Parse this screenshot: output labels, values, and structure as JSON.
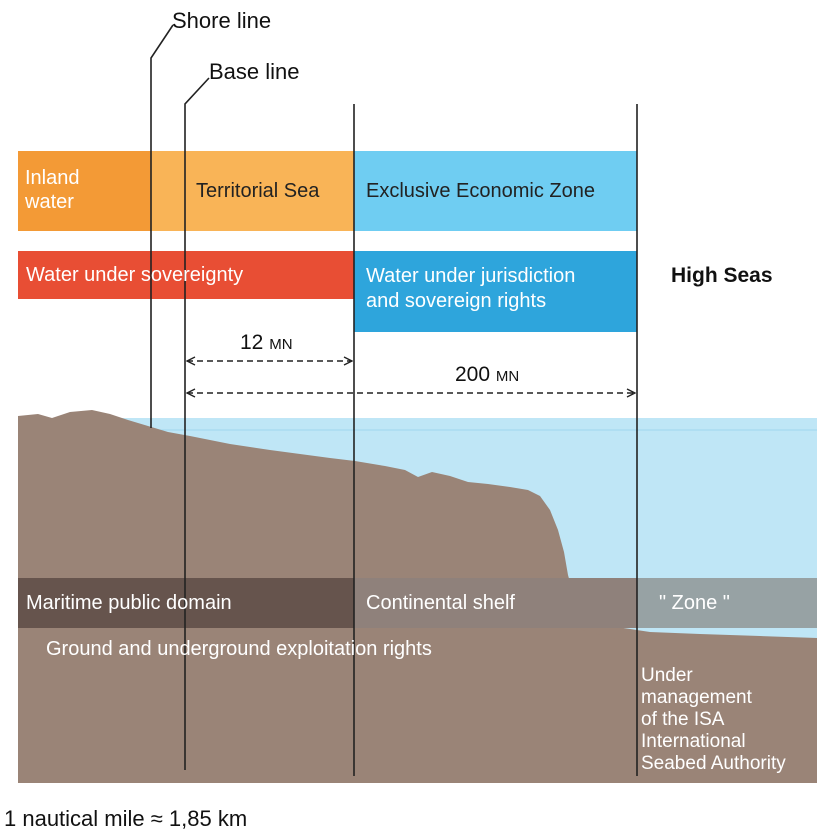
{
  "labels": {
    "shore_line": "Shore line",
    "base_line": "Base line",
    "inland_water": [
      "Inland",
      "water"
    ],
    "territorial_sea": "Territorial Sea",
    "eez": "Exclusive Economic Zone",
    "water_under_sovereignty": "Water under sovereignty",
    "water_under_jurisdiction": [
      "Water under jurisdiction",
      "and sovereign rights"
    ],
    "high_seas": "High Seas",
    "distance_12": "12",
    "distance_200": "200",
    "distance_unit": "MN",
    "maritime_public_domain": "Maritime public domain",
    "continental_shelf": "Continental shelf",
    "zone": "\" Zone \"",
    "exploitation_rights": "Ground and underground exploitation rights",
    "isa_management": [
      "Under",
      "management",
      "of the ISA",
      "International",
      "Seabed Authority"
    ],
    "footnote": "1 nautical mile ≈ 1,85 km"
  },
  "colors": {
    "inland_orange": "#f39a36",
    "territorial_orange": "#f9b457",
    "eez_blue": "#6fcdf2",
    "sovereignty_red": "#e84e34",
    "jurisdiction_blue": "#2ea5dc",
    "sea": "#bfe6f6",
    "seabed": "#9a8477",
    "domain_dark": "#66544d",
    "shelf_grey": "#8f817b",
    "zone_grey": "#97a2a4"
  }
}
